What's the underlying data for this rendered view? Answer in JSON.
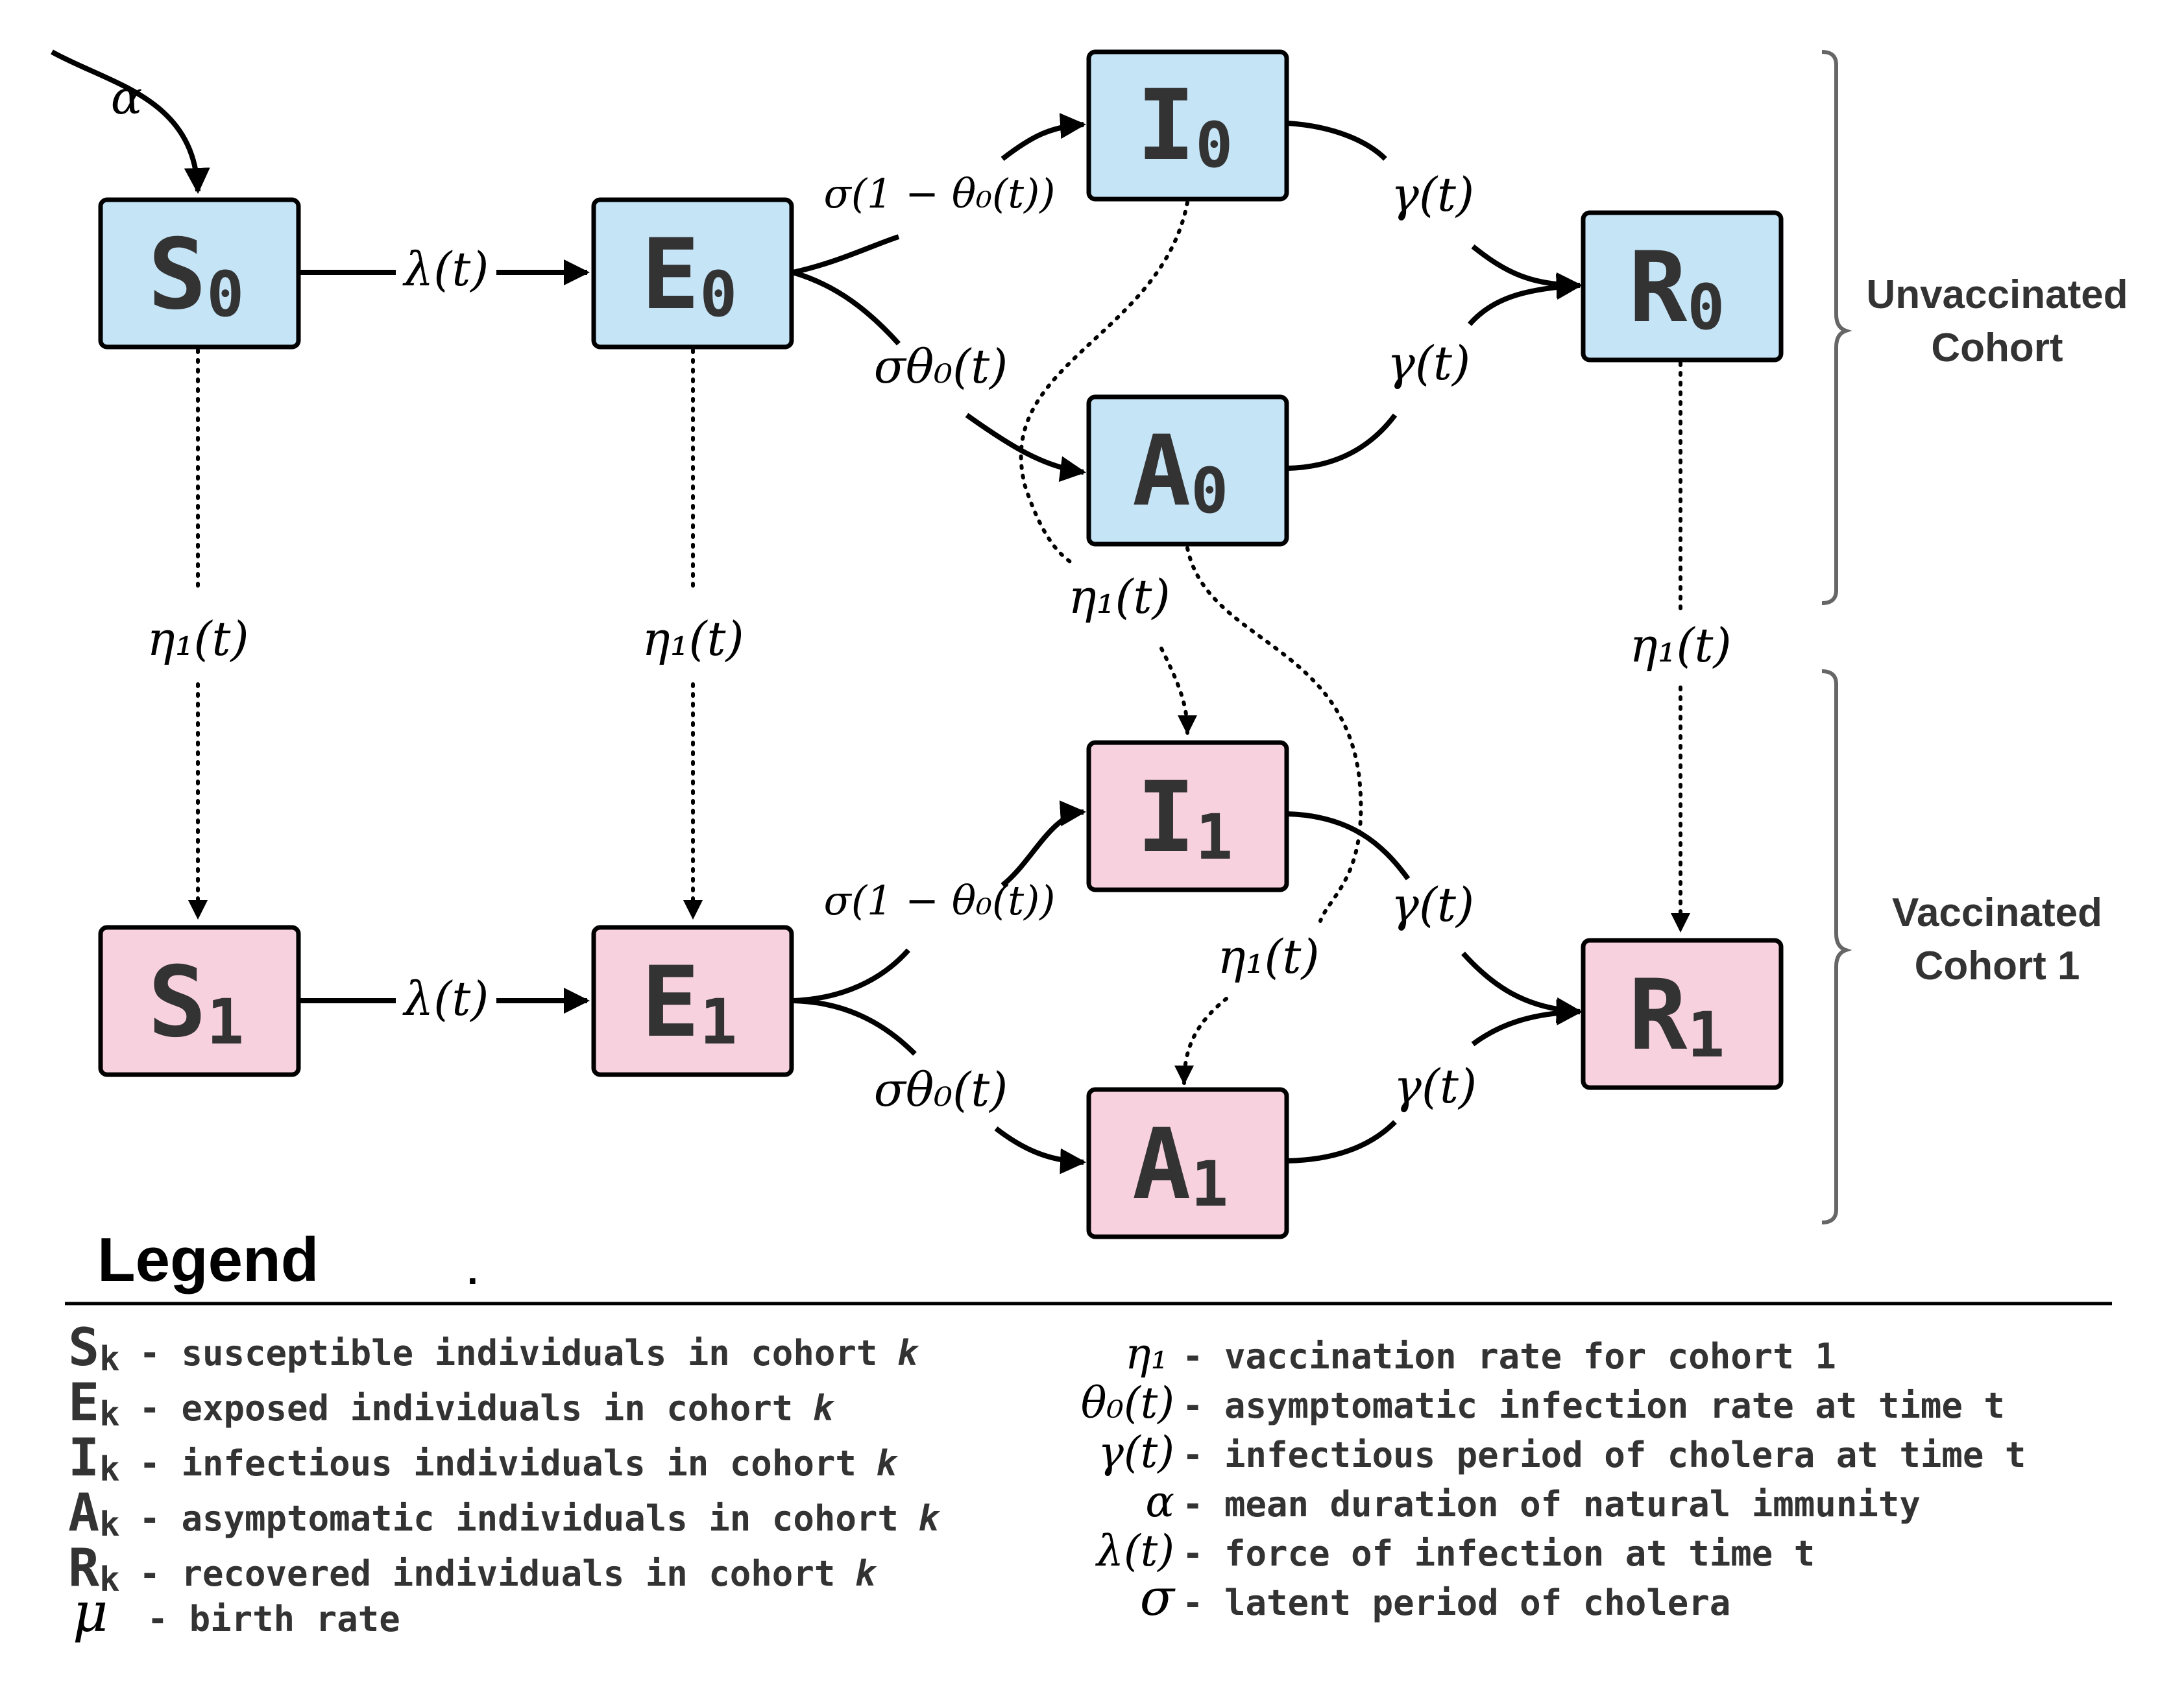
{
  "colors": {
    "unvaccinated_fill": "#c5e4f6",
    "vaccinated_fill": "#f8d1df",
    "text": "#333333",
    "border": "#000000",
    "brace": "#666666"
  },
  "nodes": {
    "S0": {
      "letter": "S",
      "sub": "0"
    },
    "E0": {
      "letter": "E",
      "sub": "0"
    },
    "I0": {
      "letter": "I",
      "sub": "0"
    },
    "A0": {
      "letter": "A",
      "sub": "0"
    },
    "R0": {
      "letter": "R",
      "sub": "0"
    },
    "S1": {
      "letter": "S",
      "sub": "1"
    },
    "E1": {
      "letter": "E",
      "sub": "1"
    },
    "I1": {
      "letter": "I",
      "sub": "1"
    },
    "A1": {
      "letter": "A",
      "sub": "1"
    },
    "R1": {
      "letter": "R",
      "sub": "1"
    }
  },
  "rates": {
    "alpha": "α",
    "lambda": "λ(t)",
    "sigma_one_minus_theta": "σ(1 − θ₀(t))",
    "sigma_theta": "σθ₀(t)",
    "gamma": "γ(t)",
    "eta": "η₁(t)"
  },
  "cohorts": {
    "unvaccinated": [
      "Unvaccinated",
      "Cohort"
    ],
    "vaccinated": [
      "Vaccinated",
      "Cohort 1"
    ]
  },
  "legend": {
    "title": "Legend",
    "dot": ".",
    "left": [
      {
        "symbol": "S",
        "sub": "k",
        "desc": "- susceptible individuals in cohort",
        "k": "k"
      },
      {
        "symbol": "E",
        "sub": "k",
        "desc": "- exposed individuals in cohort",
        "k": "k"
      },
      {
        "symbol": "I",
        "sub": "k",
        "desc": "- infectious individuals in cohort",
        "k": "k"
      },
      {
        "symbol": "A",
        "sub": "k",
        "desc": "- asymptomatic individuals in cohort",
        "k": "k"
      },
      {
        "symbol": "R",
        "sub": "k",
        "desc": "- recovered individuals in cohort",
        "k": "k"
      },
      {
        "symbol": "μ",
        "sub": "",
        "desc": "- birth rate",
        "k": ""
      }
    ],
    "right": [
      {
        "symbol": "η₁",
        "desc": "- vaccination rate for cohort 1"
      },
      {
        "symbol": "θ₀(t)",
        "desc": "- asymptomatic infection rate at time t"
      },
      {
        "symbol": "γ(t)",
        "desc": "- infectious period of cholera at time t"
      },
      {
        "symbol": "α",
        "desc": "- mean duration of natural immunity"
      },
      {
        "symbol": "λ(t)",
        "desc": "- force of infection at time t"
      },
      {
        "symbol": "σ",
        "desc": "- latent period of cholera"
      }
    ]
  }
}
